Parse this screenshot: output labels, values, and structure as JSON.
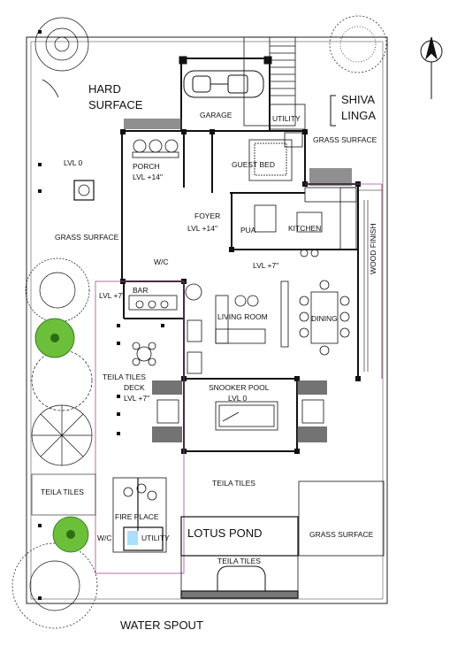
{
  "labels": {
    "hard_surface": [
      "HARD",
      "SURFACE"
    ],
    "shiva_linga": [
      "SHIVA",
      "LINGA"
    ],
    "garage": "GARAGE",
    "utility_top": "UTILITY",
    "grass_surface_top": "GRASS SURFACE",
    "lvl_0_left": "LVL 0",
    "porch": "PORCH",
    "porch_level": "LVL +14\"",
    "guest_bed": "GUEST BED",
    "foyer": "FOYER",
    "foyer_level": "LVL +14\"",
    "pwd": "PUA",
    "kitchen": "KITCHEN",
    "grass_surface_left": "GRASS SURFACE",
    "wc_upper": "W/C",
    "lvl_7_mid": "LVL +7\"",
    "wood_finish": "WOOD FINISH",
    "lvl_7_left": "LVL +7\"",
    "bar": "BAR",
    "living_room": "LIVING ROOM",
    "dining": "DINING",
    "teila_deck": [
      "TEILA TILES",
      "DECK",
      "LVL +7\""
    ],
    "snooker_pool": "SNOOKER POOL",
    "snooker_level": "LVL 0",
    "teila_tiles_mid": "TEILA TILES",
    "teila_tiles_left": "TEILA TILES",
    "fire_place": "FIRE PLACE",
    "wc_lower": "W/C",
    "utility_lower": "UTILITY",
    "lotus_pond": "LOTUS POND",
    "grass_surface_right": "GRASS SURFACE",
    "teila_tiles_bottom": "TEILA TILES",
    "water_spout": "WATER SPOUT"
  },
  "icons": [
    "north-arrow-icon",
    "car-icon",
    "tree-icon",
    "shrub-icon",
    "sofa-icon",
    "dining-set-icon",
    "pool-table-icon",
    "staircase-icon"
  ]
}
